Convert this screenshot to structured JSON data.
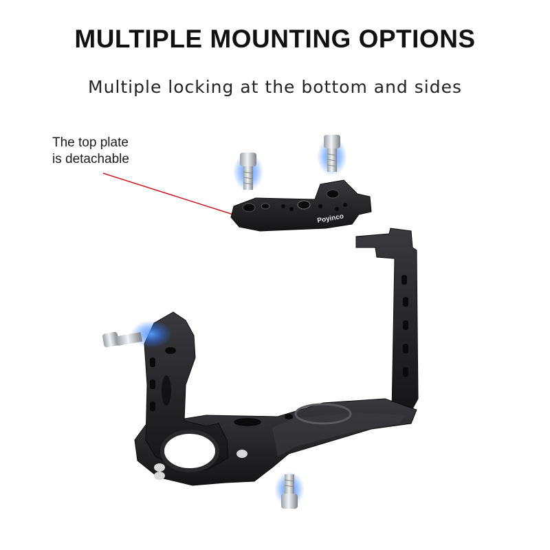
{
  "header": {
    "title": "MULTIPLE MOUNTING OPTIONS",
    "subtitle": "Multiple locking at the bottom and sides"
  },
  "callout": {
    "line1": "The top plate",
    "line2": "is detachable"
  },
  "product": {
    "brand_logo": "Poyinco"
  },
  "colors": {
    "metal": "#1c1c1e",
    "metal_highlight": "#4a4a4e",
    "screw_glow": "#2f7bff",
    "pointer": "#d0141e"
  },
  "icons": [
    "screw-icon",
    "top-plate-icon",
    "camera-cage-icon"
  ]
}
